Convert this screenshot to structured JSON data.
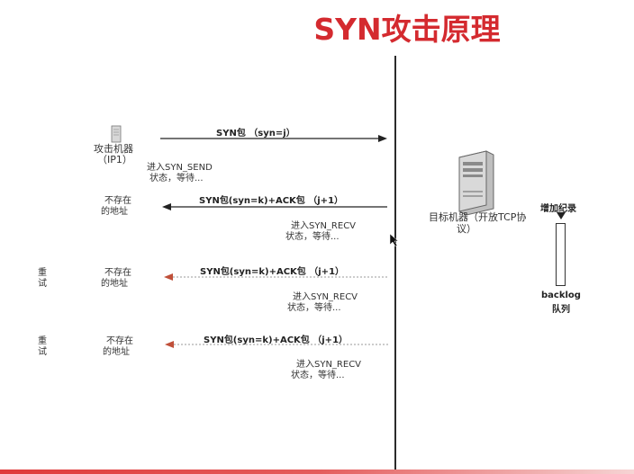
{
  "title": "SYN攻击原理",
  "attacker": {
    "line1": "攻击机器",
    "line2": "（IP1）",
    "icon": "server-icon"
  },
  "target": {
    "line1": "目标机器（开放TCP协",
    "line2": "议）",
    "icon": "server-tower-icon"
  },
  "backlog": {
    "add_label": "增加纪录",
    "line1": "backlog",
    "line2": "队列"
  },
  "messages": [
    {
      "label": "SYN包 （syn=j）",
      "direction": "to-target",
      "style": "solid",
      "note_line1": "进入SYN_SEND",
      "note_line2": "状态，等待..."
    },
    {
      "label": "SYN包(syn=k)+ACK包 （j+1）",
      "direction": "to-attacker",
      "style": "solid",
      "left_line1": "不存在",
      "left_line2": "的地址",
      "note_line1": "进入SYN_RECV",
      "note_line2": "状态，等待..."
    },
    {
      "label": "SYN包(syn=k)+ACK包 （j+1）",
      "direction": "to-attacker",
      "style": "dotted",
      "retry_line1": "重",
      "retry_line2": "试",
      "left_line1": "不存在",
      "left_line2": "的地址",
      "note_line1": "进入SYN_RECV",
      "note_line2": "状态，等待..."
    },
    {
      "label": "SYN包(syn=k)+ACK包 （j+1）",
      "direction": "to-attacker",
      "style": "dotted",
      "retry_line1": "重",
      "retry_line2": "试",
      "left_line1": "不存在",
      "left_line2": "的地址",
      "note_line1": "进入SYN_RECV",
      "note_line2": "状态，等待..."
    }
  ],
  "colors": {
    "title": "#d42a2f",
    "line": "#2b2b2b",
    "dotted_arrow": "#c0503a",
    "bottom_bar": "#e03a3a"
  }
}
